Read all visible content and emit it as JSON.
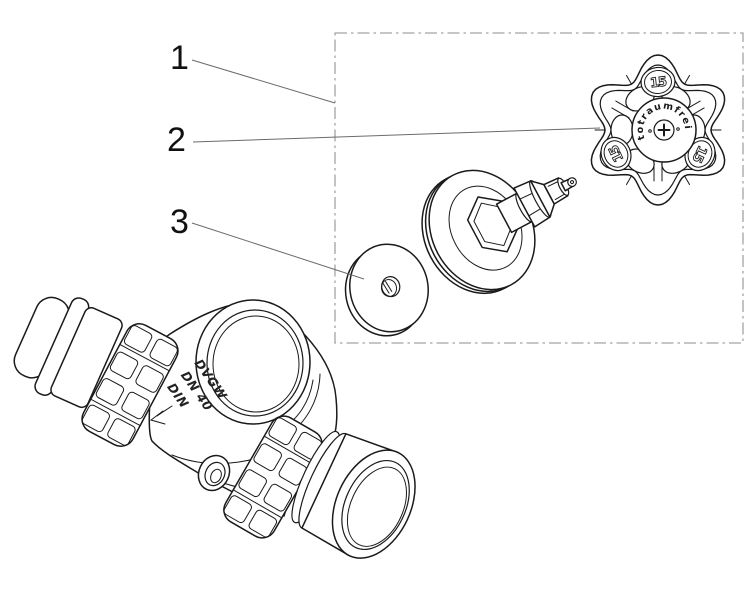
{
  "callouts": [
    {
      "label": "1"
    },
    {
      "label": "2"
    },
    {
      "label": "3"
    }
  ],
  "handwheel": {
    "center_text": "totraumfrei",
    "emblem_label": "15"
  },
  "valve_body": {
    "markings": [
      "DVGW",
      "DN 40",
      "DIN"
    ]
  },
  "colors": {
    "line": "#1a1a1a",
    "leader": "#6b6b6b",
    "box_border": "#a3a3a3",
    "background": "#ffffff"
  }
}
